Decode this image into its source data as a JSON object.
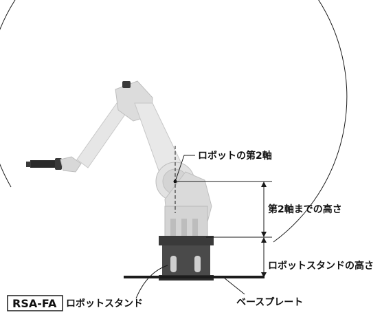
{
  "labels": {
    "second_axis": "ロボットの第2軸",
    "height_to_second_axis": "第2軸までの高さ",
    "stand_height": "ロボットスタンドの高さ",
    "base_plate": "ベースプレート",
    "stand_model": "RSA-FA",
    "stand_name": "ロボットスタンド"
  },
  "colors": {
    "line": "#1a1a1a",
    "robot_light": "#e6e6e6",
    "robot_mid": "#cfcfcf",
    "robot_dark": "#a9a9a9",
    "stand": "#4a4a4a",
    "stand_dark": "#2e2e2e",
    "plate": "#1c1c1c",
    "gripper": "#2a2a2a"
  }
}
